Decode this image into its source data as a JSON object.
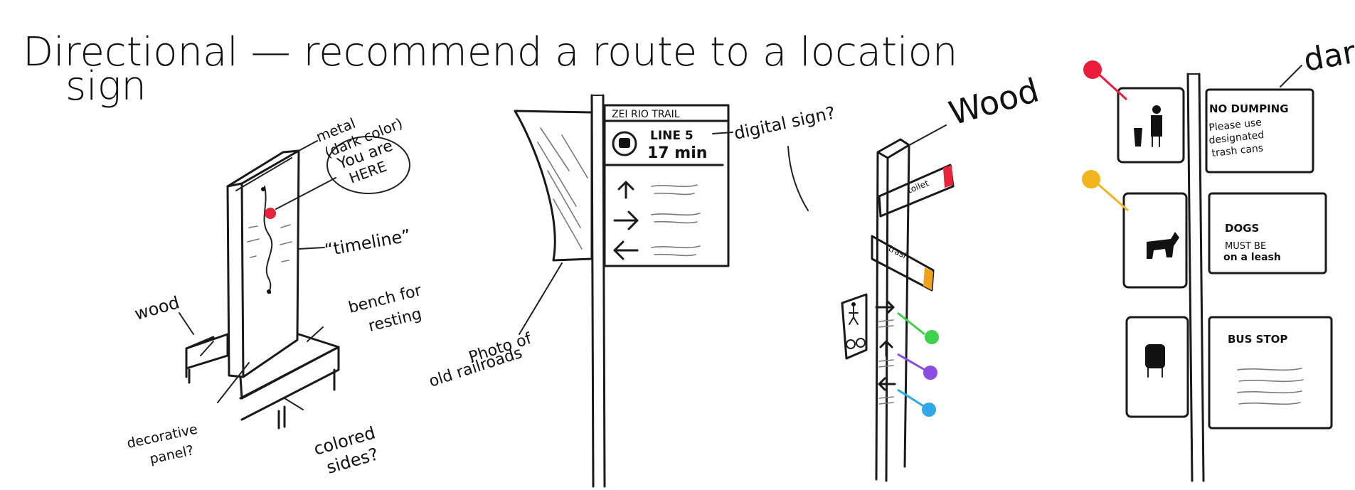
{
  "title_line1": "Directional — recommend a route to a location",
  "title_line2": "sign",
  "sketch1": {
    "metal_label_1": "metal",
    "metal_label_2": "(dark color)",
    "you_are_here_1": "You are",
    "you_are_here_2": "HERE",
    "timeline_label": "“timeline”",
    "wood_label": "wood",
    "bench_label_1": "bench for",
    "bench_label_2": "resting",
    "decorative_label_1": "decorative",
    "decorative_label_2": "panel?",
    "colored_label_1": "colored",
    "colored_label_2": "sides?"
  },
  "sketch2": {
    "header": "ZEI RIO TRAIL",
    "line_label": "LINE 5",
    "line_time": "17 min",
    "digital_label": "digital sign?",
    "photo_label_1": "Photo of",
    "photo_label_2": "old railroads"
  },
  "sketch3": {
    "wood_label": "Wood",
    "toilet_label": "toilet",
    "trash_label": "trash",
    "pin_colors": [
      "#3fd14a",
      "#8a4fe0",
      "#2fa8e6"
    ]
  },
  "sketch4": {
    "corner_label": "dar",
    "no_dumping_title": "NO DUMPING",
    "no_dumping_body_1": "Please use",
    "no_dumping_body_2": "designated",
    "no_dumping_body_3": "trash cans",
    "dogs_title": "DOGS",
    "dogs_body_1": "MUST BE",
    "dogs_body_2": "on a leash",
    "bus_title": "BUS STOP",
    "pin_colors": [
      "#ee1c3b",
      "#f2b51c"
    ]
  },
  "colors": {
    "pencil": "#1a1a1a",
    "accent_red": "#e8233a",
    "accent_orange": "#f0a21a",
    "accent_green": "#3fd14a",
    "accent_purple": "#8a4fe0",
    "accent_blue": "#2fa8e6"
  }
}
